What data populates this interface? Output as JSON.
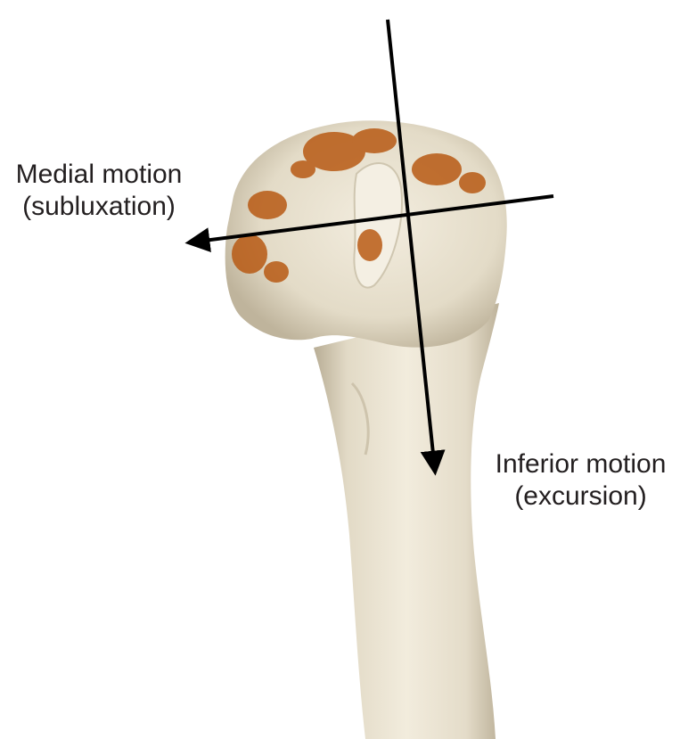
{
  "labels": {
    "medial": {
      "line1": "Medial motion",
      "line2": "(subluxation)"
    },
    "inferior": {
      "line1": "Inferior motion",
      "line2": "(excursion)"
    }
  },
  "colors": {
    "bone": "#ece5d3",
    "bone_shadow": "#b9ae96",
    "cartilage_lesion": "#b85a14",
    "arrow": "#000000",
    "text": "#231f20"
  }
}
